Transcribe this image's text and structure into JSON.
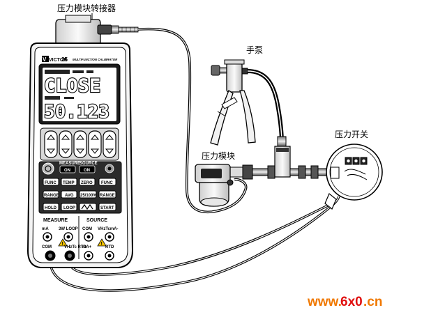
{
  "labels": {
    "module_connector": "压力模块转接器",
    "hand_pump": "手泵",
    "pressure_module": "压力模块",
    "pressure_switch": "压力开关"
  },
  "calibrator": {
    "brand": "VICTOR",
    "model": "25",
    "subtitle": "MULTIFUNCTION CALIBRATOR",
    "display_top": "CLOSE",
    "display_bottom": "50.123",
    "on_header_left": "MEASURE",
    "on_header_right": "SOURCE",
    "on_label": "ON",
    "keys": {
      "row1": [
        "FUNC",
        "TEMP",
        "ZERO",
        "FUNC"
      ],
      "row2": [
        "RANGE",
        "AVG",
        "25/100%",
        "RANGE"
      ],
      "row3": [
        "HOLD",
        "LOOP",
        "",
        "START"
      ]
    },
    "section_measure": "MEASURE",
    "section_source": "SOURCE",
    "jack_labels": [
      "mA",
      "3W LOOP",
      "COM",
      "VHzTcmA-"
    ],
    "jack_labels_bottom": [
      "COM",
      "VHzTc RTD",
      "mA+",
      "RTD"
    ]
  },
  "colors": {
    "body": "#ffffff",
    "outline": "#000000",
    "screen_bezel": "#1a1a1a",
    "keypad": "#2b2b2b",
    "watermark_orange": "#f07800",
    "watermark_red": "#e01010"
  },
  "watermark": {
    "prefix": "www.",
    "brand": "6x0",
    "suffix": ".cn"
  }
}
